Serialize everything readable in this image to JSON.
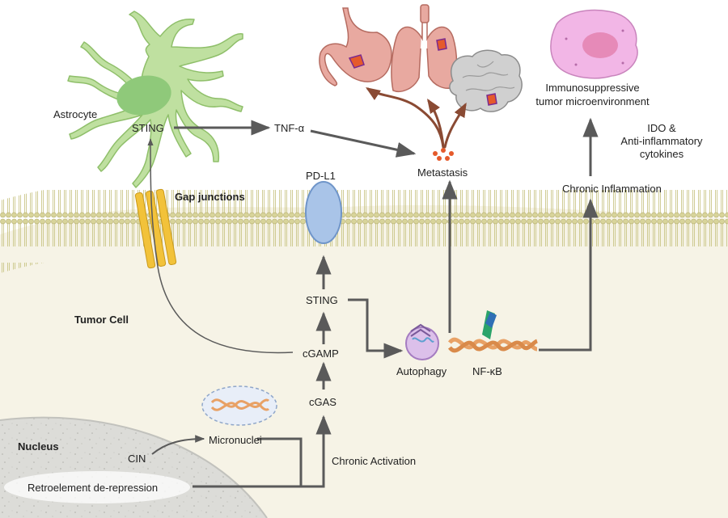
{
  "labels": {
    "astrocyte": "Astrocyte",
    "astrocyte_sting": "STING",
    "tnf_alpha": "TNF-α",
    "metastasis": "Metastasis",
    "immunosuppressive_line1": "Immunosuppressive",
    "immunosuppressive_line2": "tumor microenvironment",
    "ido_line1": "IDO &",
    "ido_line2": "Anti-inflammatory",
    "ido_line3": "cytokines",
    "chronic_inflammation": "Chronic Inflammation",
    "gap_junctions": "Gap junctions",
    "pd_l1": "PD-L1",
    "tumor_cell": "Tumor Cell",
    "tumor_sting": "STING",
    "cgamp": "cGAMP",
    "cgas": "cGAS",
    "autophagy": "Autophagy",
    "nf_kb": "NF-κB",
    "nucleus": "Nucleus",
    "micronuclei": "Micronuclei",
    "cin": "CIN",
    "chronic_activation": "Chronic Activation",
    "retroelement": "Retroelement de-repression"
  },
  "colors": {
    "arrow": "#5a5a5a",
    "astrocyte_fill": "#bfe0a0",
    "astrocyte_nucleus": "#8fc97a",
    "membrane_head": "#d8d49a",
    "cytoplasm": "#f6f3e6",
    "nucleus_fill": "#dcdcd8",
    "pd_l1_fill": "#a9c4e8",
    "gap_junction": "#f2c23a",
    "immune_cell": "#f2b6e6",
    "organ": "#e8a9a0",
    "dna": "#e8a165"
  }
}
